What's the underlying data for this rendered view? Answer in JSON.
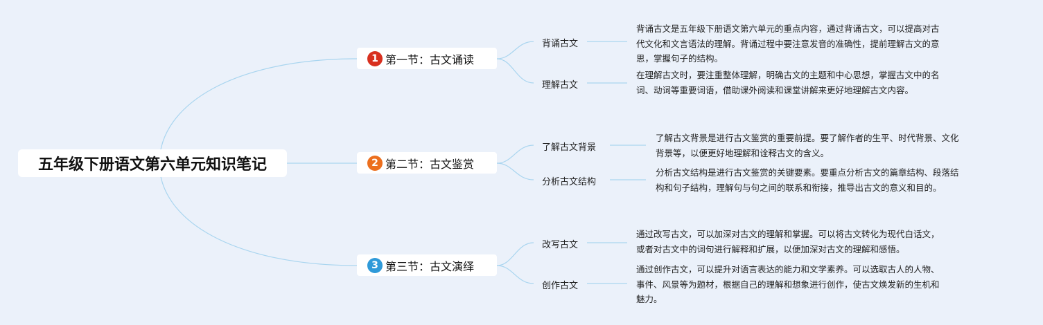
{
  "root": {
    "title": "五年级下册语文第六单元知识笔记"
  },
  "colors": {
    "background": "#ebf1fa",
    "line": "#a9d5ef",
    "badge1": "#d8301f",
    "badge2": "#ec6f1e",
    "badge3": "#2f9ad9"
  },
  "sections": [
    {
      "num": "1",
      "title": "第一节：古文诵读",
      "items": [
        {
          "label": "背诵古文",
          "lines": [
            "背诵古文是五年级下册语文第六单元的重点内容，通过背诵古文，可以提高对古",
            "代文化和文言语法的理解。背诵过程中要注意发音的准确性，提前理解古文的意",
            "思，掌握句子的结构。"
          ]
        },
        {
          "label": "理解古文",
          "lines": [
            "在理解古文时，要注重整体理解，明确古文的主题和中心思想，掌握古文中的名",
            "词、动词等重要词语，借助课外阅读和课堂讲解来更好地理解古文内容。"
          ]
        }
      ]
    },
    {
      "num": "2",
      "title": "第二节：古文鉴赏",
      "items": [
        {
          "label": "了解古文背景",
          "lines": [
            "了解古文背景是进行古文鉴赏的重要前提。要了解作者的生平、时代背景、文化",
            "背景等，以便更好地理解和诠释古文的含义。"
          ]
        },
        {
          "label": "分析古文结构",
          "lines": [
            "分析古文结构是进行古文鉴赏的关键要素。要重点分析古文的篇章结构、段落结",
            "构和句子结构，理解句与句之间的联系和衔接，推导出古文的意义和目的。"
          ]
        }
      ]
    },
    {
      "num": "3",
      "title": "第三节：古文演绎",
      "items": [
        {
          "label": "改写古文",
          "lines": [
            "通过改写古文，可以加深对古文的理解和掌握。可以将古文转化为现代白话文，",
            "或者对古文中的词句进行解释和扩展，以便加深对古文的理解和感悟。"
          ]
        },
        {
          "label": "创作古文",
          "lines": [
            "通过创作古文，可以提升对语言表达的能力和文学素养。可以选取古人的人物、",
            "事件、风景等为题材，根据自己的理解和想象进行创作，使古文焕发新的生机和",
            "魅力。"
          ]
        }
      ]
    }
  ]
}
